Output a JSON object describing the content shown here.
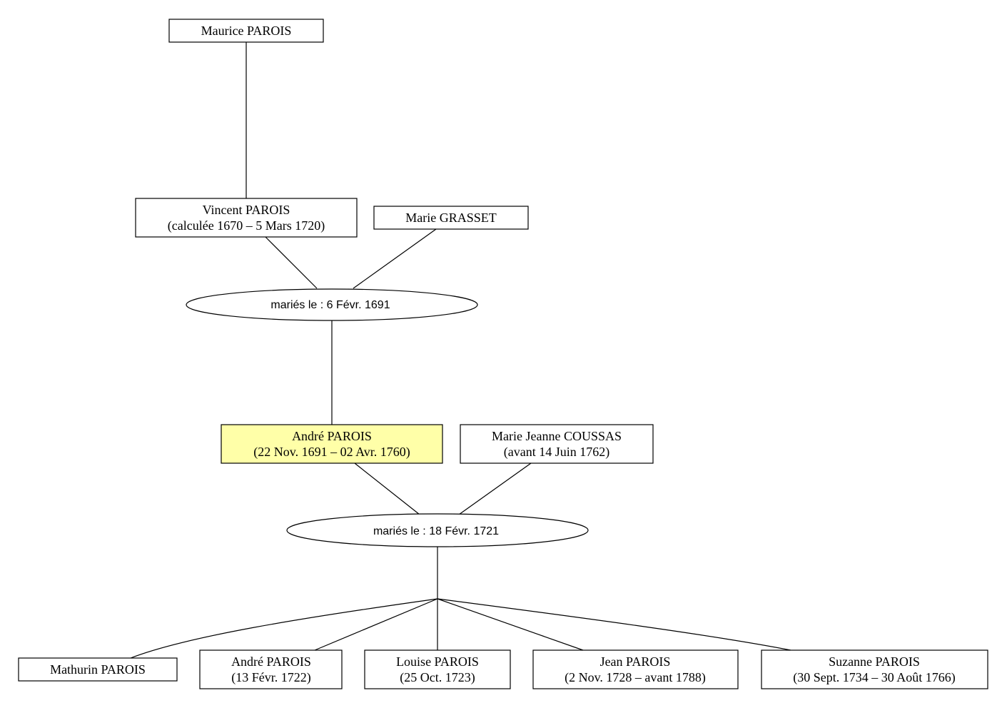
{
  "colors": {
    "focus_person_fill": "#ffffa8",
    "box_fill": "#ffffff",
    "stroke": "#000000"
  },
  "people": {
    "maurice": {
      "name": "Maurice PAROIS"
    },
    "vincent": {
      "name": "Vincent PAROIS",
      "dates": "(calculée 1670 – 5 Mars 1720)"
    },
    "marie_grasset": {
      "name": "Marie GRASSET"
    },
    "andre": {
      "name": "André PAROIS",
      "dates": "(22 Nov. 1691 – 02 Avr. 1760)"
    },
    "marie_jeanne": {
      "name": "Marie Jeanne COUSSAS",
      "dates": "(avant 14 Juin 1762)"
    },
    "mathurin": {
      "name": "Mathurin PAROIS"
    },
    "andre_jr": {
      "name": "André PAROIS",
      "dates": "(13 Févr. 1722)"
    },
    "louise": {
      "name": "Louise PAROIS",
      "dates": "(25 Oct. 1723)"
    },
    "jean": {
      "name": "Jean PAROIS",
      "dates": "(2 Nov. 1728 – avant 1788)"
    },
    "suzanne": {
      "name": "Suzanne PAROIS",
      "dates": "(30 Sept. 1734 – 30 Août 1766)"
    }
  },
  "marriages": {
    "m1": {
      "label": "mariés le : 6 Févr. 1691"
    },
    "m2": {
      "label": "mariés le : 18 Févr. 1721"
    }
  }
}
